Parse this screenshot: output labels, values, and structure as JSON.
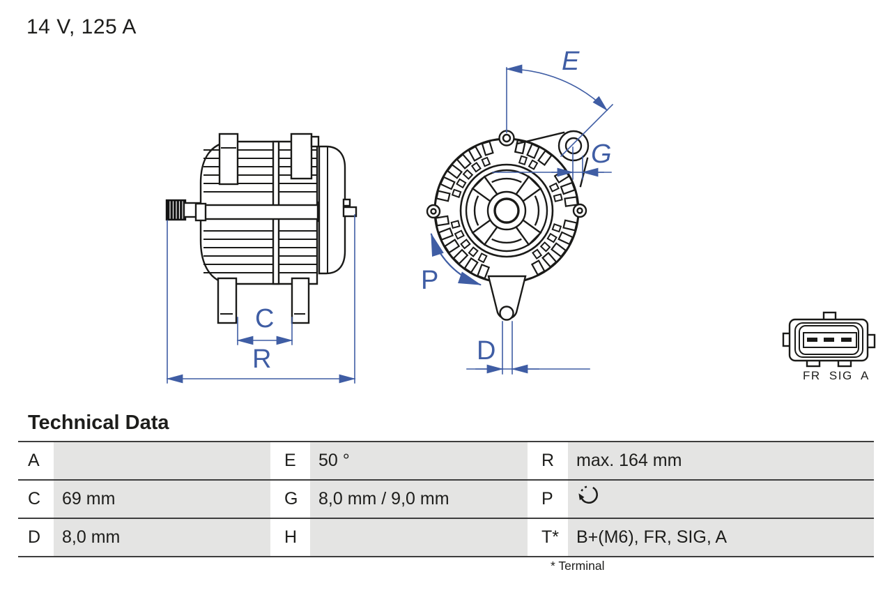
{
  "page": {
    "title": "14 V, 125 A"
  },
  "drawing": {
    "dimension_labels": {
      "C": "C",
      "R": "R",
      "E": "E",
      "G": "G",
      "P": "P",
      "D": "D"
    },
    "connector": {
      "label": "FR SIG A",
      "pin_count": 3
    },
    "colors": {
      "line": "#1a1a18",
      "dimension": "#3f5da4"
    }
  },
  "technical_data": {
    "heading": "Technical Data",
    "rows": [
      [
        {
          "label": "A",
          "value": ""
        },
        {
          "label": "E",
          "value": "50 °"
        },
        {
          "label": "R",
          "value": "max. 164 mm"
        }
      ],
      [
        {
          "label": "C",
          "value": "69 mm"
        },
        {
          "label": "G",
          "value": "8,0 mm / 9,0 mm"
        },
        {
          "label": "P",
          "value": "",
          "icon": "rotation-clockwise"
        }
      ],
      [
        {
          "label": "D",
          "value": "8,0 mm"
        },
        {
          "label": "H",
          "value": ""
        },
        {
          "label": "T*",
          "value": "B+(M6), FR, SIG, A"
        }
      ]
    ],
    "footnote": "* Terminal"
  }
}
